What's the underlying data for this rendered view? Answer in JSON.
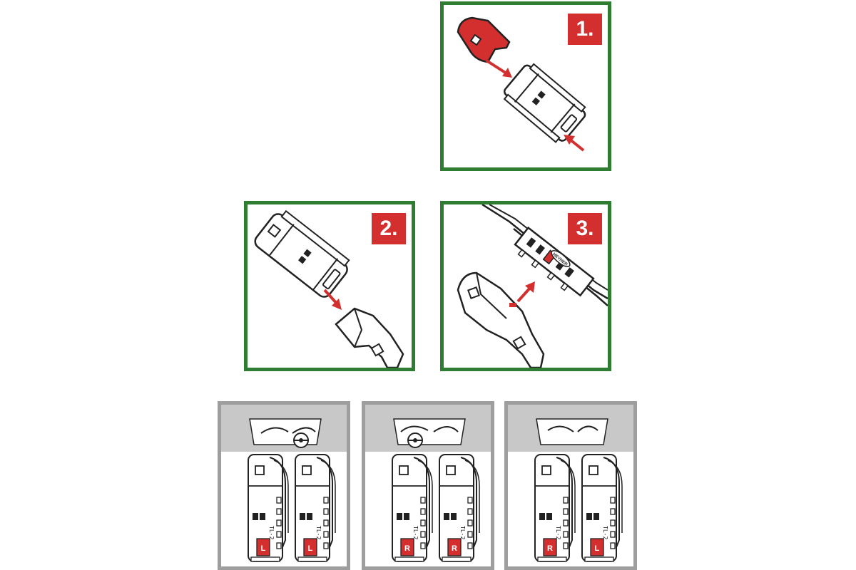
{
  "steps": [
    {
      "number": "1."
    },
    {
      "number": "2."
    },
    {
      "number": "3."
    }
  ],
  "adapter_code": "TL-2",
  "brand_mark": "HEYNER",
  "variants": [
    {
      "left_tag": "L",
      "right_tag": "L"
    },
    {
      "left_tag": "R",
      "right_tag": "R"
    },
    {
      "left_tag": "R",
      "right_tag": "L"
    }
  ],
  "colors": {
    "panel_border": "#2e7d32",
    "accent": "#d32f2f",
    "variant_border": "#9e9e9e",
    "variant_header": "#c8c8c8"
  }
}
